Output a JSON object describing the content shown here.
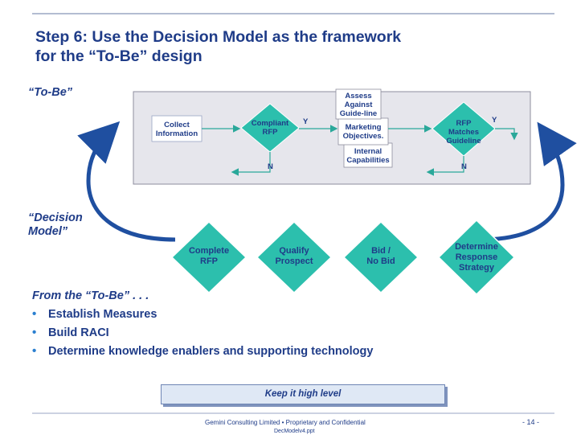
{
  "title": {
    "line1": "Step 6:  Use the Decision Model as the framework",
    "line2": "for the “To-Be” design"
  },
  "labels": {
    "to_be": "“To-Be”",
    "decision_model_1": "“Decision",
    "decision_model_2": "Model”"
  },
  "flow": {
    "collect_1": "Collect",
    "collect_2": "Information",
    "compliant_1": "Compliant",
    "compliant_2": "RFP",
    "yes_1": "Y",
    "no_1": "N",
    "assess_1": "Assess",
    "assess_2": "Against",
    "assess_3": "Guide-line",
    "marketing_1": "Marketing",
    "marketing_2": "Objectives.",
    "internal_1": "Internal",
    "internal_2": "Capabilities",
    "rfp_matches_1": "RFP",
    "rfp_matches_2": "Matches",
    "rfp_matches_3": "Guideline",
    "yes_2": "Y",
    "no_2": "N"
  },
  "decision_model": {
    "complete_1": "Complete",
    "complete_2": "RFP",
    "qualify_1": "Qualify",
    "qualify_2": "Prospect",
    "bid_1": "Bid /",
    "bid_2": "No Bid",
    "determine_1": "Determine",
    "determine_2": "Response",
    "determine_3": "Strategy"
  },
  "bullets": {
    "lead": "From the “To-Be” . . .",
    "bullet_char": "•",
    "items": [
      "Establish Measures",
      "Build RACI",
      "Determine knowledge enablers and supporting technology"
    ]
  },
  "callout": "Keep it high level",
  "footer": {
    "text": "Gemini Consulting Limited  •  Proprietary and Confidential",
    "filename": "DecModelv4.ppt",
    "page": "- 14 -"
  },
  "colors": {
    "navy": "#1f3c88",
    "teal": "#2aa89a",
    "diamond": "#2cbfad",
    "panel": "#e6e6ec",
    "node_box": "#dfe8f5"
  }
}
